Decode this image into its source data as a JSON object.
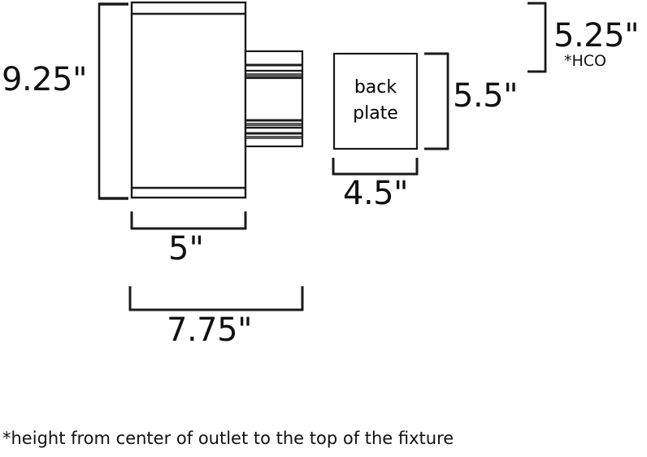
{
  "drawing": {
    "title": "Wall sconce fixture dimension drawing",
    "units": "inches",
    "stroke_color": "#1a1a1a",
    "band_color": "#4a4a4a",
    "background": "#ffffff"
  },
  "dimensions": {
    "height_overall": "9.25\"",
    "width_fixture": "5\"",
    "width_overall": "7.75\"",
    "backplate_width": "4.5\"",
    "backplate_height": "5.5\"",
    "mount_height": "5.25\"",
    "mount_height_note": "*HCO"
  },
  "labels": {
    "backplate_line1": "back",
    "backplate_line2": "plate"
  },
  "footnote": {
    "text": "*height from center of outlet to the top of the fixture"
  }
}
